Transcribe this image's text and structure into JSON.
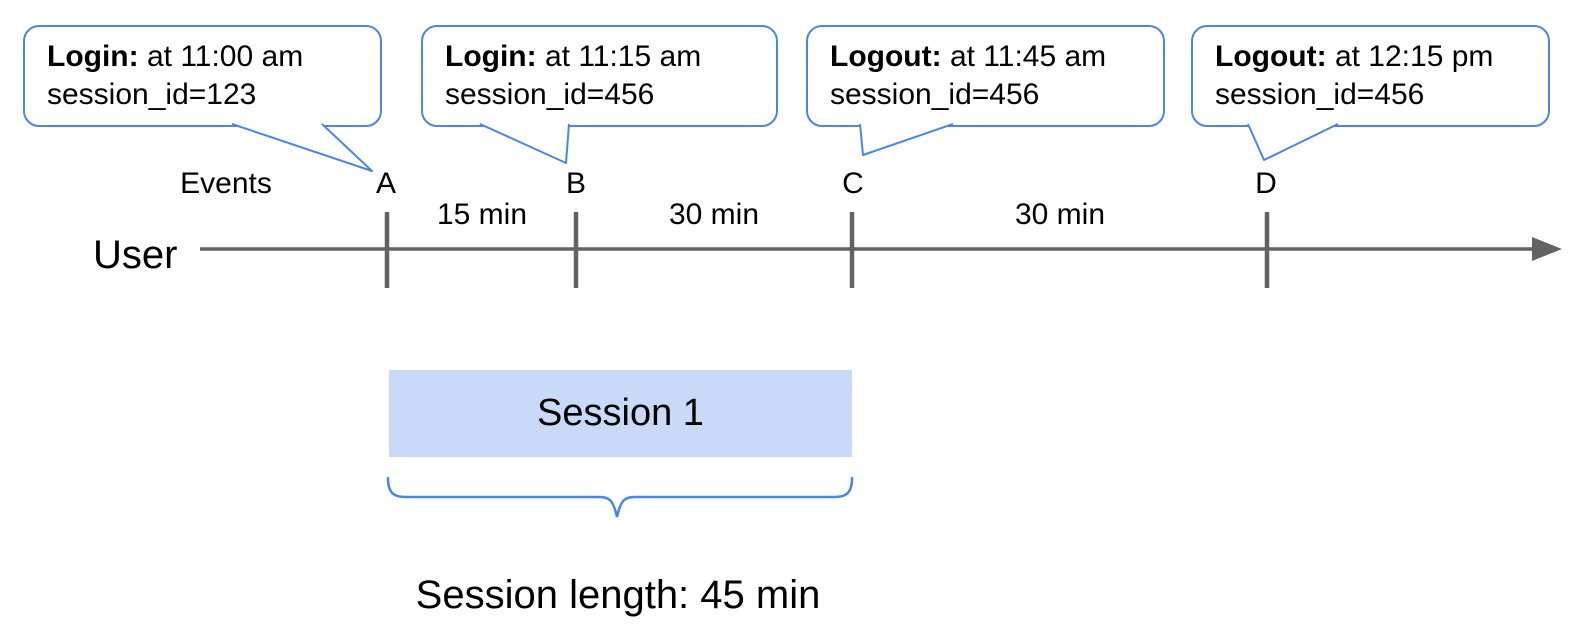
{
  "colors": {
    "bubble_border": "#4a86e8",
    "brace": "#4a86e8",
    "session_fill": "#c9daf8",
    "timeline_gray": "#636363",
    "text": "#000000"
  },
  "bubbles": [
    {
      "keyword": "Login:",
      "time_text": " at 11:00 am",
      "session_line": "session_id=123"
    },
    {
      "keyword": "Login:",
      "time_text": " at 11:15 am",
      "session_line": "session_id=456"
    },
    {
      "keyword": "Logout:",
      "time_text": " at 11:45 am",
      "session_line": "session_id=456"
    },
    {
      "keyword": "Logout:",
      "time_text": " at 12:15 pm",
      "session_line": "session_id=456"
    }
  ],
  "timeline": {
    "axis_label": "User",
    "events_label": "Events",
    "event_markers": [
      "A",
      "B",
      "C",
      "D"
    ],
    "intervals": [
      "15 min",
      "30 min",
      "30 min"
    ]
  },
  "session": {
    "box_label": "Session 1",
    "length_label": "Session length: 45 min"
  }
}
